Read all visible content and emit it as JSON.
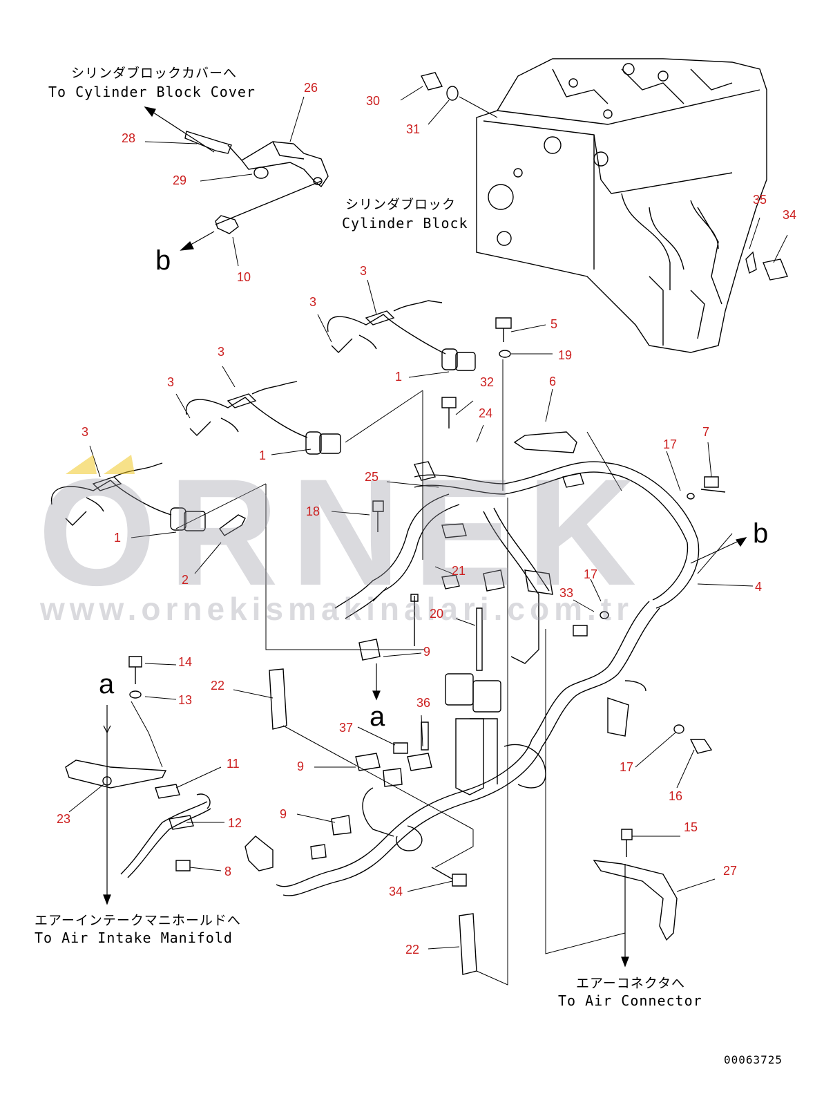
{
  "notes": {
    "cover_jp": "シリンダブロックカバーへ",
    "cover_en": "To Cylinder Block Cover",
    "block_jp": "シリンダブロック",
    "block_en": "Cylinder Block",
    "intake_jp": "エアーインテークマニホールドへ",
    "intake_en": "To Air Intake Manifold",
    "air_jp": "エアーコネクタへ",
    "air_en": "To Air Connector"
  },
  "refs": {
    "a1": "a",
    "a2": "a",
    "b1": "b",
    "b2": "b"
  },
  "drawing_code": "00063725",
  "watermark": {
    "brand": "ORNEK",
    "url": "www.ornekismakinalari.com.tr"
  },
  "part_numbers": [
    "1",
    "1",
    "1",
    "2",
    "3",
    "3",
    "3",
    "3",
    "3",
    "4",
    "5",
    "6",
    "7",
    "8",
    "9",
    "9",
    "9",
    "10",
    "11",
    "12",
    "13",
    "14",
    "15",
    "16",
    "17",
    "17",
    "17",
    "18",
    "19",
    "20",
    "21",
    "22",
    "22",
    "23",
    "24",
    "25",
    "26",
    "27",
    "28",
    "29",
    "30",
    "31",
    "32",
    "33",
    "34",
    "34",
    "35",
    "36",
    "37"
  ],
  "colors": {
    "callout": "#cc1f1f",
    "linework": "#000000",
    "watermark": "#9696a0"
  }
}
